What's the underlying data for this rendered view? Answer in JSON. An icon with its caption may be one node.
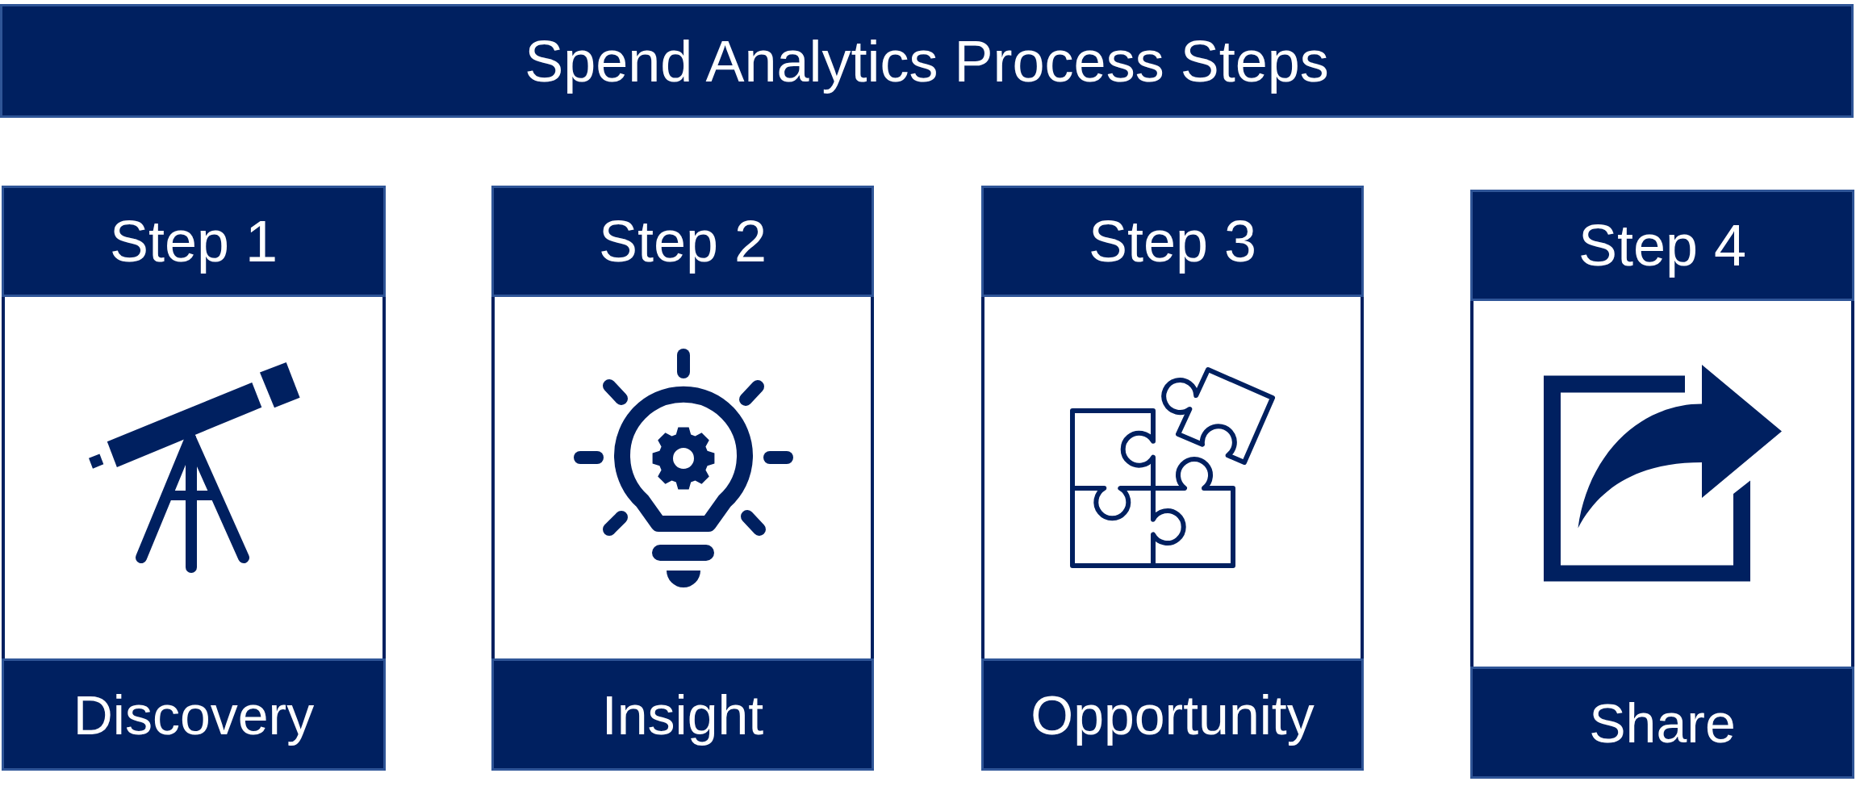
{
  "diagram": {
    "title": "Spend Analytics Process Steps",
    "nodes": [
      {
        "text": [
          "Step 1",
          "Discovery"
        ]
      },
      {
        "text": [
          "Step 2",
          "Insight"
        ]
      },
      {
        "text": [
          "Step 3",
          "Opportunity"
        ]
      },
      {
        "text": [
          "Step 4",
          "Share"
        ]
      }
    ]
  }
}
